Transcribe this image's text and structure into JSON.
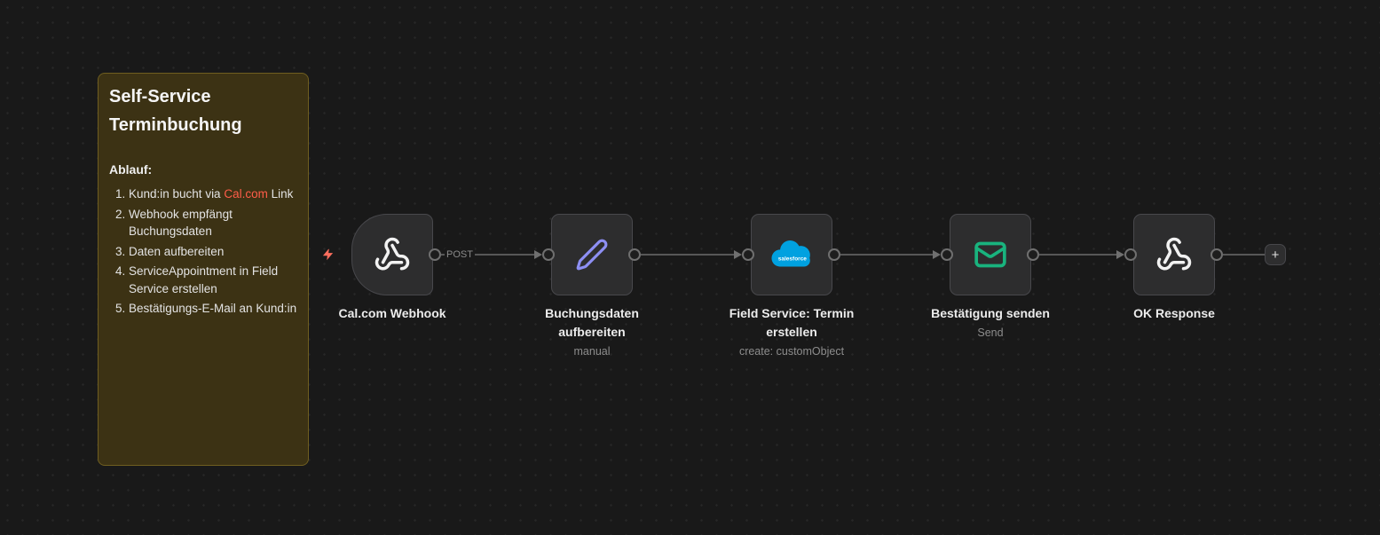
{
  "sticky_note": {
    "title": "Self-Service Terminbuchung",
    "section_heading": "Ablauf:",
    "steps": [
      {
        "pre": "Kund:in bucht via ",
        "link": "Cal.com",
        "post": " Link"
      },
      {
        "text": "Webhook empfängt Buchungsdaten"
      },
      {
        "text": "Daten aufbereiten"
      },
      {
        "text": "ServiceAppointment in Field Service erstellen"
      },
      {
        "text": "Bestätigungs-E-Mail an Kund:in"
      }
    ]
  },
  "nodes": [
    {
      "label": "Cal.com Webhook",
      "subtitle": "",
      "icon": "webhook-icon"
    },
    {
      "label": "Buchungsdaten aufbereiten",
      "subtitle": "manual",
      "icon": "code-icon"
    },
    {
      "label": "Field Service: Termin erstellen",
      "subtitle": "create: customObject",
      "icon": "salesforce-icon"
    },
    {
      "label": "Bestätigung senden",
      "subtitle": "Send",
      "icon": "mail-icon"
    },
    {
      "label": "OK Response",
      "subtitle": "",
      "icon": "webhook-icon"
    }
  ],
  "connections": {
    "webhook_method": "POST"
  },
  "salesforce_logo_text": "salesforce",
  "add_button_label": "+",
  "colors": {
    "canvas_bg": "#191919",
    "sticky_bg": "#3c3214",
    "sticky_border": "#6f5e20",
    "link_red": "#ff5d49",
    "bolt_red": "#ff6e5e",
    "code_icon_purple": "#8d8ff3",
    "salesforce_blue": "#00a1e0",
    "mail_green": "#19b37e",
    "webhook_icon_white": "#f2f2f2"
  }
}
